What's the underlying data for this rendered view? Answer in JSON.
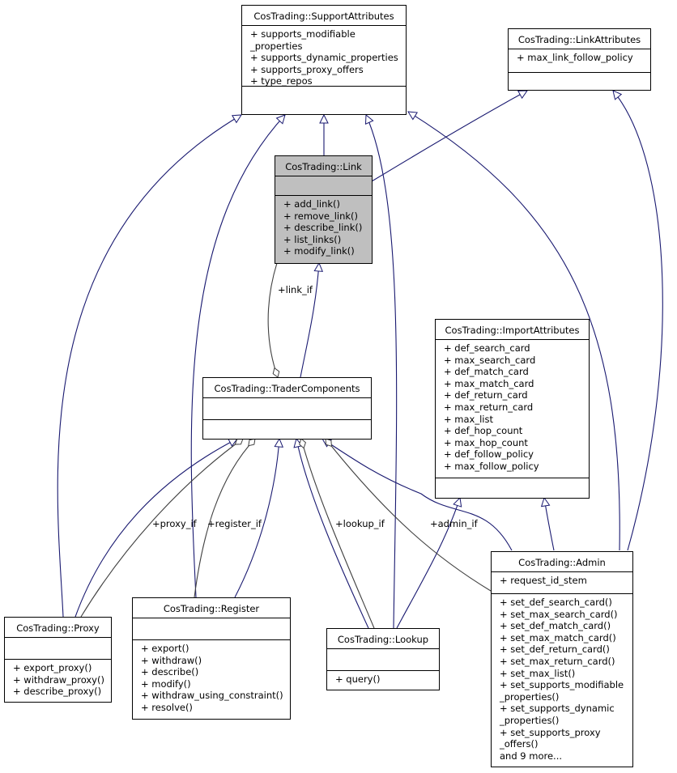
{
  "classes": {
    "support_attributes": {
      "name": "CosTrading::SupportAttributes",
      "attributes": [
        "+ supports_modifiable",
        "_properties",
        "+ supports_dynamic_properties",
        "+ supports_proxy_offers",
        "+ type_repos"
      ],
      "operations": []
    },
    "link_attributes": {
      "name": "CosTrading::LinkAttributes",
      "attributes": [
        "+ max_link_follow_policy"
      ],
      "operations": []
    },
    "link": {
      "name": "CosTrading::Link",
      "attributes": [],
      "operations": [
        "+ add_link()",
        "+ remove_link()",
        "+ describe_link()",
        "+ list_links()",
        "+ modify_link()"
      ]
    },
    "import_attributes": {
      "name": "CosTrading::ImportAttributes",
      "attributes": [
        "+ def_search_card",
        "+ max_search_card",
        "+ def_match_card",
        "+ max_match_card",
        "+ def_return_card",
        "+ max_return_card",
        "+ max_list",
        "+ def_hop_count",
        "+ max_hop_count",
        "+ def_follow_policy",
        "+ max_follow_policy"
      ],
      "operations": []
    },
    "trader_components": {
      "name": "CosTrading::TraderComponents",
      "attributes": [],
      "operations": []
    },
    "admin": {
      "name": "CosTrading::Admin",
      "attributes": [
        "+ request_id_stem"
      ],
      "operations": [
        "+ set_def_search_card()",
        "+ set_max_search_card()",
        "+ set_def_match_card()",
        "+ set_max_match_card()",
        "+ set_def_return_card()",
        "+ set_max_return_card()",
        "+ set_max_list()",
        "+ set_supports_modifiable",
        "_properties()",
        "+ set_supports_dynamic",
        "_properties()",
        "+ set_supports_proxy",
        "_offers()",
        "and 9 more..."
      ]
    },
    "proxy": {
      "name": "CosTrading::Proxy",
      "attributes": [],
      "operations": [
        "+ export_proxy()",
        "+ withdraw_proxy()",
        "+ describe_proxy()"
      ]
    },
    "register": {
      "name": "CosTrading::Register",
      "attributes": [],
      "operations": [
        "+ export()",
        "+ withdraw()",
        "+ describe()",
        "+ modify()",
        "+ withdraw_using_constraint()",
        "+ resolve()"
      ]
    },
    "lookup": {
      "name": "CosTrading::Lookup",
      "attributes": [],
      "operations": [
        "+ query()"
      ]
    }
  },
  "edge_labels": {
    "link_if": "+link_if",
    "proxy_if": "+proxy_if",
    "register_if": "+register_if",
    "lookup_if": "+lookup_if",
    "admin_if": "+admin_if"
  },
  "colors": {
    "inheritance": "#191970",
    "association": "#404040",
    "focus_fill": "#bfbfbf"
  }
}
